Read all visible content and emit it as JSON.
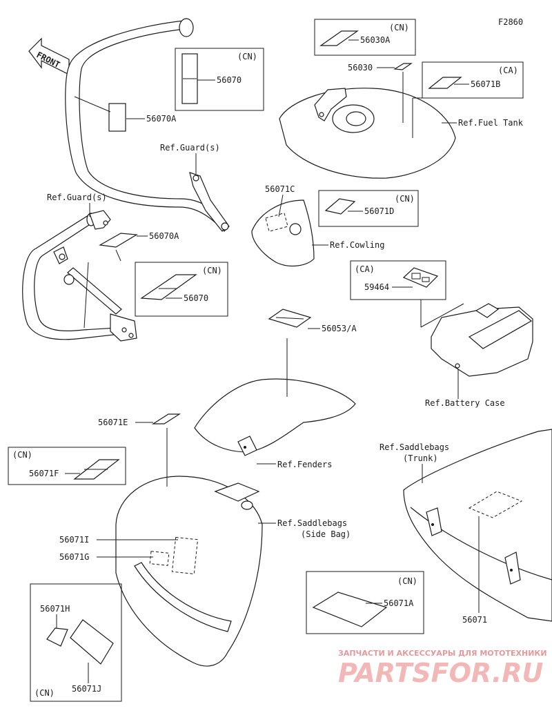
{
  "diagram_code": "F2860",
  "front_label": "FRONT",
  "parts": {
    "p56030A": "56030A",
    "p56030": "56030",
    "p56070": "56070",
    "p56070A": "56070A",
    "p56070A_2": "56070A",
    "p56070_2": "56070",
    "p56071B": "56071B",
    "p56071C": "56071C",
    "p56071D": "56071D",
    "p59464": "59464",
    "p56053A": "56053/A",
    "p56071E": "56071E",
    "p56071F": "56071F",
    "p56071I": "56071I",
    "p56071G": "56071G",
    "p56071H": "56071H",
    "p56071J": "56071J",
    "p56071A": "56071A",
    "p56071": "56071"
  },
  "variants": {
    "cn": "(CN)",
    "ca": "(CA)"
  },
  "refs": {
    "guard1": "Ref.Guard(s)",
    "guard2": "Ref.Guard(s)",
    "fuel_tank": "Ref.Fuel Tank",
    "cowling": "Ref.Cowling",
    "battery_case": "Ref.Battery Case",
    "fenders": "Ref.Fenders",
    "saddlebags_trunk_1": "Ref.Saddlebags",
    "saddlebags_trunk_2": "(Trunk)",
    "saddlebags_side_1": "Ref.Saddlebags",
    "saddlebags_side_2": "(Side Bag)"
  },
  "watermark": {
    "tagline": "ЗАПЧАСТИ И АКСЕССУАРЫ ДЛЯ МОТОТЕХНИКИ",
    "brand": "PARTSFOR.RU"
  }
}
